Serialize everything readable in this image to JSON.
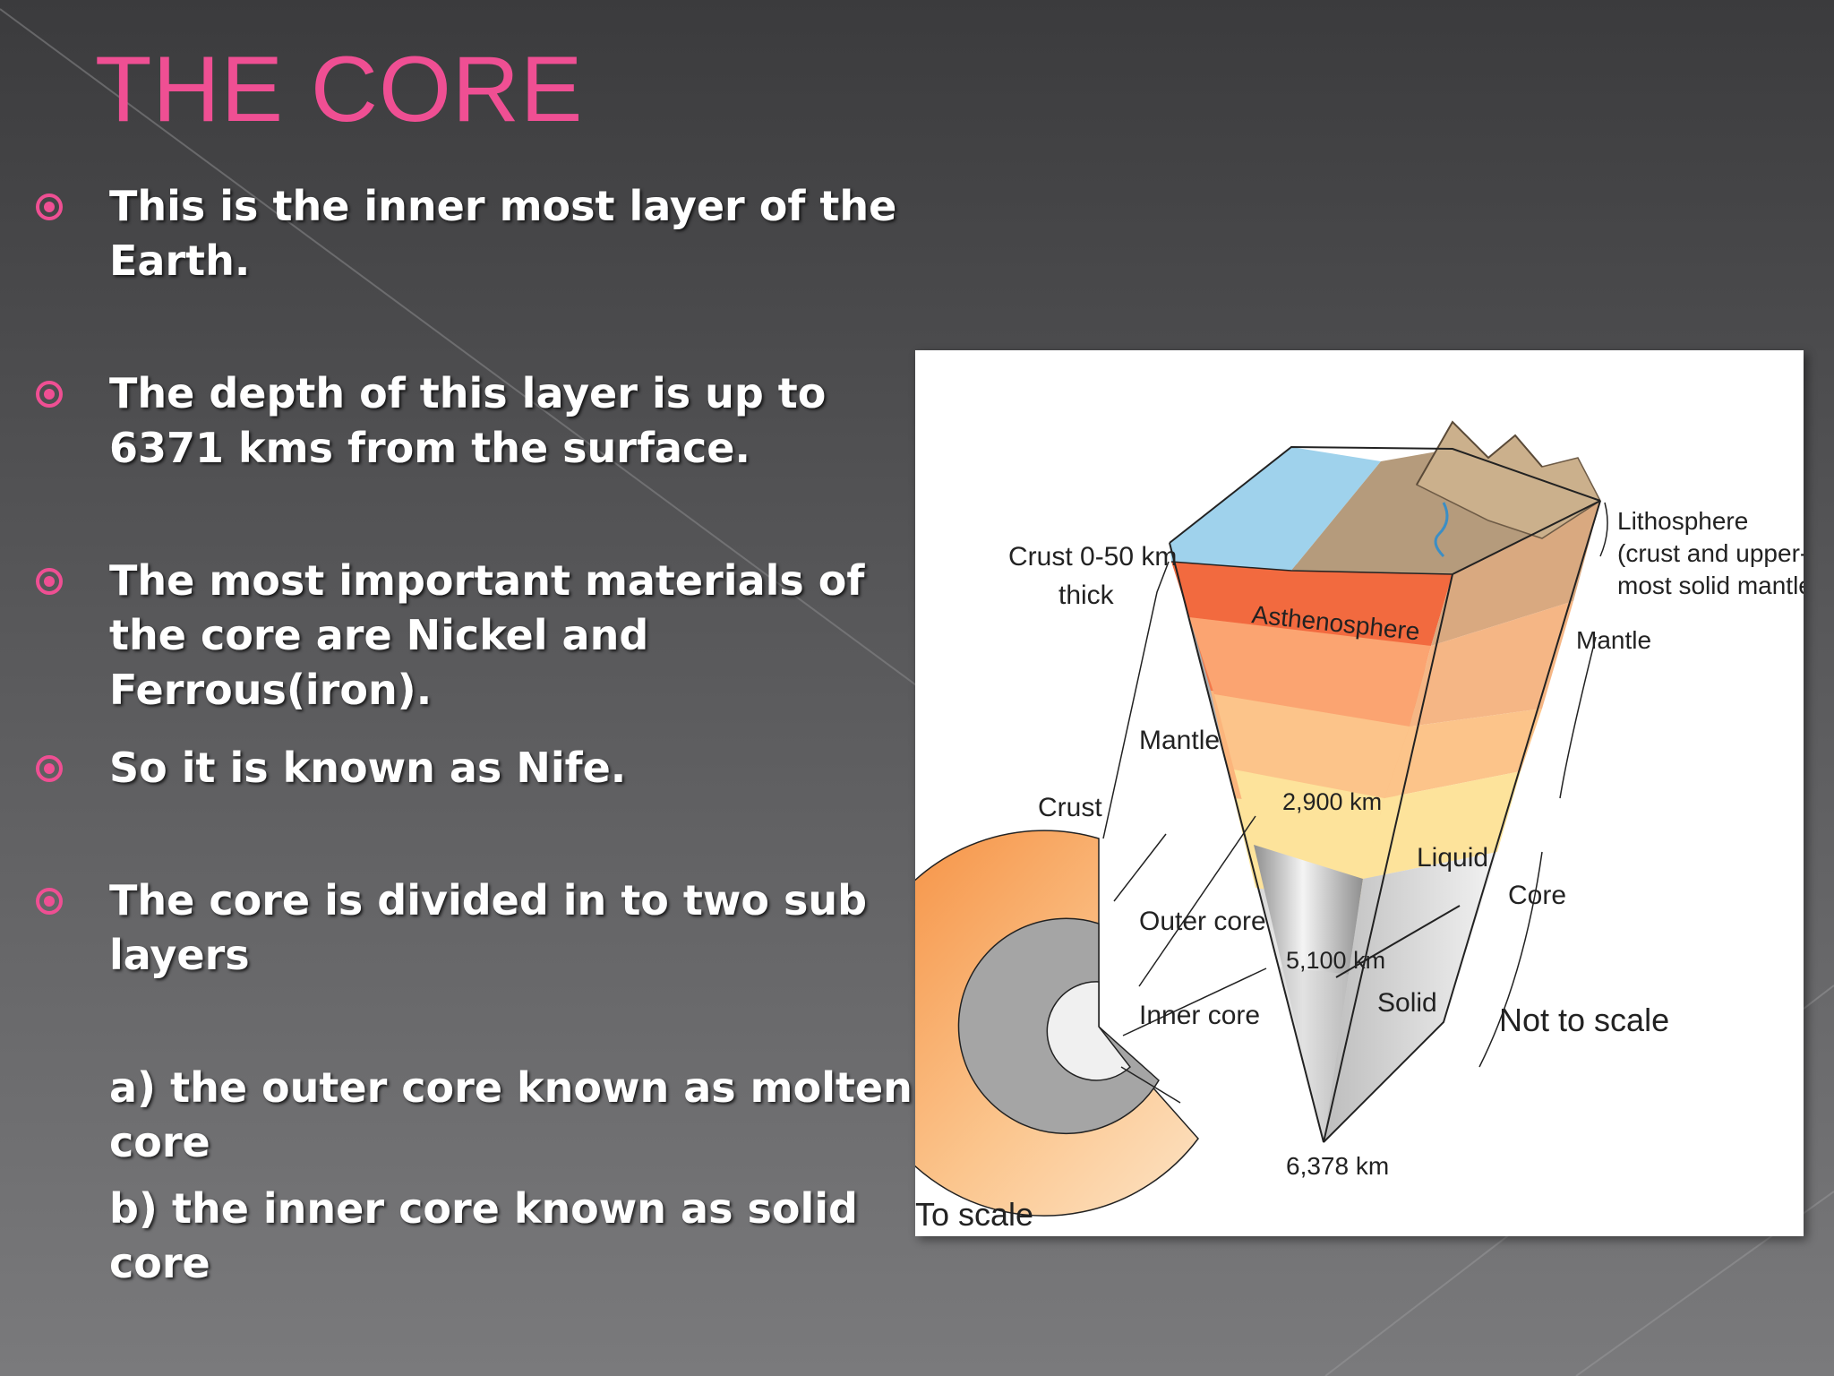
{
  "slide": {
    "title": "THE CORE",
    "bullets": [
      {
        "text": "This is the inner most layer of the Earth."
      },
      {
        "text": "The depth of this layer is up to 6371 kms from the surface."
      },
      {
        "text": "The most important materials of the core are Nickel and Ferrous(iron)."
      },
      {
        "text": "So it is known as Nife."
      },
      {
        "text": "The core is divided in to two sub layers"
      }
    ],
    "sub_items": [
      {
        "text": "a) the outer core known as molten core"
      },
      {
        "text": "b) the inner core known as solid core"
      }
    ],
    "accent_color": "#ef4f93",
    "bullet_icon": "circled-dot-icon"
  },
  "diagram": {
    "labels": {
      "crust_thickness": [
        "Crust 0-50 km",
        "thick"
      ],
      "lithosphere": [
        "Lithosphere",
        "(crust and upper-",
        "most solid mantle)"
      ],
      "asthenosphere": "Asthenosphere",
      "mantle_right": "Mantle",
      "mantle_left": "Mantle",
      "crust": "Crust",
      "depth_2900": "2,900 km",
      "liquid": "Liquid",
      "core": "Core",
      "outer_core": "Outer core",
      "depth_5100": "5,100 km",
      "solid": "Solid",
      "inner_core": "Inner core",
      "not_to_scale": "Not to scale",
      "depth_6378": "6,378 km",
      "to_scale": "To scale"
    }
  }
}
